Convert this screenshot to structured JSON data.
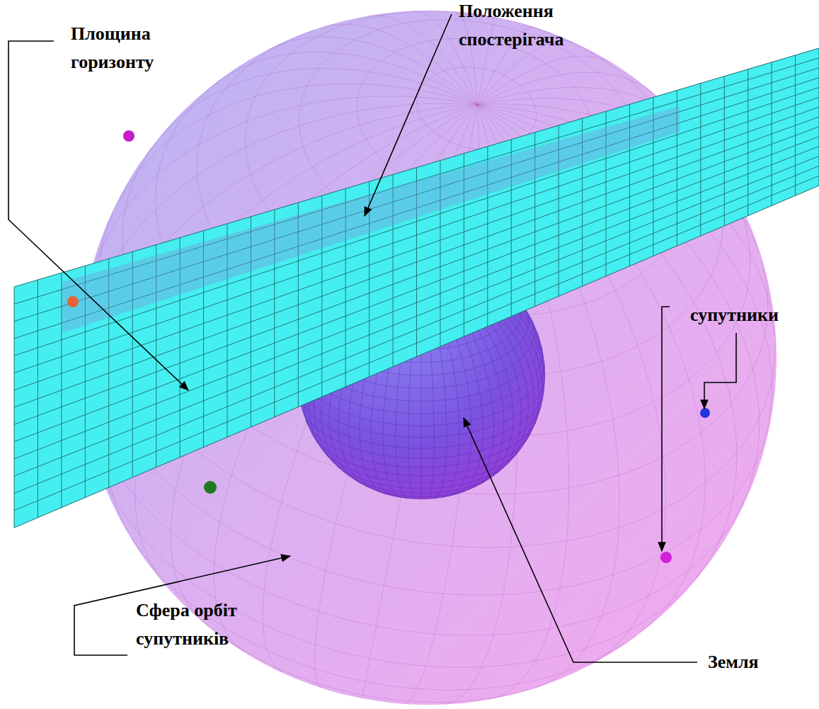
{
  "diagram": {
    "labels": [
      "Положення спостерігача",
      "Площина горизонту",
      "супутники",
      "Сфера орбіт супутників",
      "Земля"
    ]
  }
}
